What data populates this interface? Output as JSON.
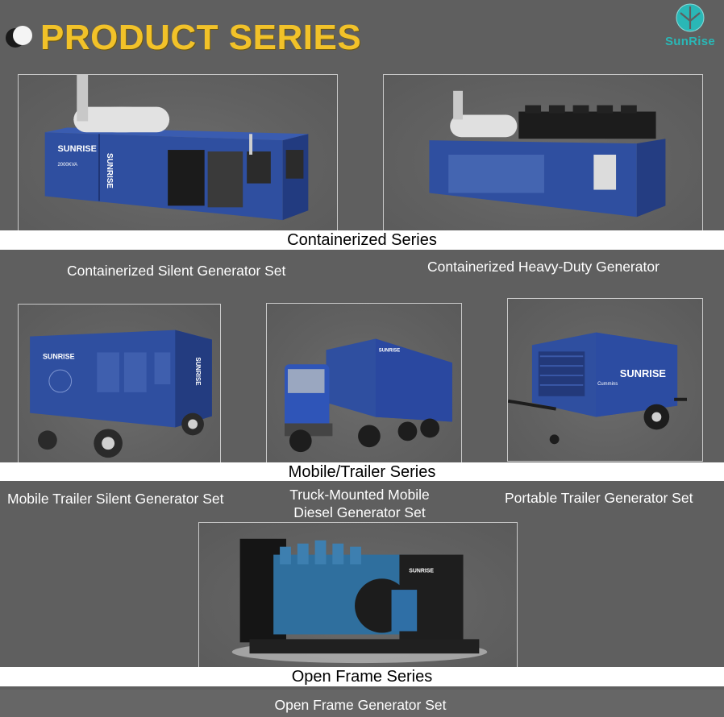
{
  "header": {
    "title": "PRODUCT SERIES",
    "brand_name": "SunRise",
    "title_color": "#f2c229",
    "brand_color": "#2ab7b6"
  },
  "series": {
    "containerized": "Containerized Series",
    "mobile": "Mobile/Trailer Series",
    "open_frame": "Open Frame Series"
  },
  "products": {
    "containerized_silent": "Containerized Silent Generator Set",
    "containerized_heavy": "Containerized Heavy-Duty Generator",
    "mobile_trailer_silent": "Mobile Trailer Silent Generator Set",
    "truck_mounted_line1": "Truck-Mounted Mobile",
    "truck_mounted_line2": "Diesel Generator Set",
    "portable_trailer": "Portable Trailer Generator Set",
    "open_frame_set": "Open Frame Generator Set"
  },
  "product_text": {
    "container_brand": "SUNRISE",
    "container_vertical": "SUNRISE",
    "container_rating": "2000KVA",
    "trailer_brand": "SUNRISE",
    "trailer_vertical": "SUNRISE",
    "truck_brand": "SUNRISE",
    "portable_brand": "SUNRISE",
    "portable_engine": "Cummins",
    "open_frame_brand": "SUNRISE"
  },
  "colors": {
    "product_blue": "#2f4fa0",
    "background": "#5f5f5f",
    "band": "#ffffff"
  }
}
